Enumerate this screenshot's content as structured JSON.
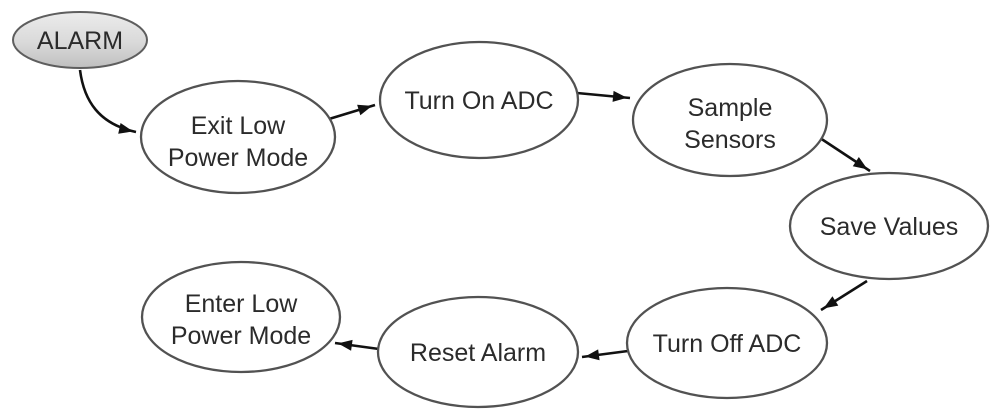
{
  "diagram": {
    "type": "state-flow",
    "background": "#ffffff",
    "colors": {
      "node_border": "#525252",
      "node_fill": "#ffffff",
      "start_node_fill_top": "#ececec",
      "start_node_fill_bottom": "#bfbfbf",
      "arrow": "#111111",
      "text": "#2b2b2b"
    },
    "nodes": {
      "alarm": {
        "label": "ALARM"
      },
      "exit_low_power": {
        "line1": "Exit Low",
        "line2": "Power Mode"
      },
      "turn_on_adc": {
        "label": "Turn On ADC"
      },
      "sample_sensors": {
        "line1": "Sample",
        "line2": "Sensors"
      },
      "save_values": {
        "label": "Save Values"
      },
      "turn_off_adc": {
        "label": "Turn Off ADC"
      },
      "reset_alarm": {
        "label": "Reset Alarm"
      },
      "enter_low_power": {
        "line1": "Enter Low",
        "line2": "Power Mode"
      }
    },
    "edges": [
      {
        "from": "ALARM",
        "to": "Exit Low Power Mode"
      },
      {
        "from": "Exit Low Power Mode",
        "to": "Turn On ADC"
      },
      {
        "from": "Turn On ADC",
        "to": "Sample Sensors"
      },
      {
        "from": "Sample Sensors",
        "to": "Save Values"
      },
      {
        "from": "Save Values",
        "to": "Turn Off ADC"
      },
      {
        "from": "Turn Off ADC",
        "to": "Reset Alarm"
      },
      {
        "from": "Reset Alarm",
        "to": "Enter Low Power Mode"
      }
    ]
  }
}
